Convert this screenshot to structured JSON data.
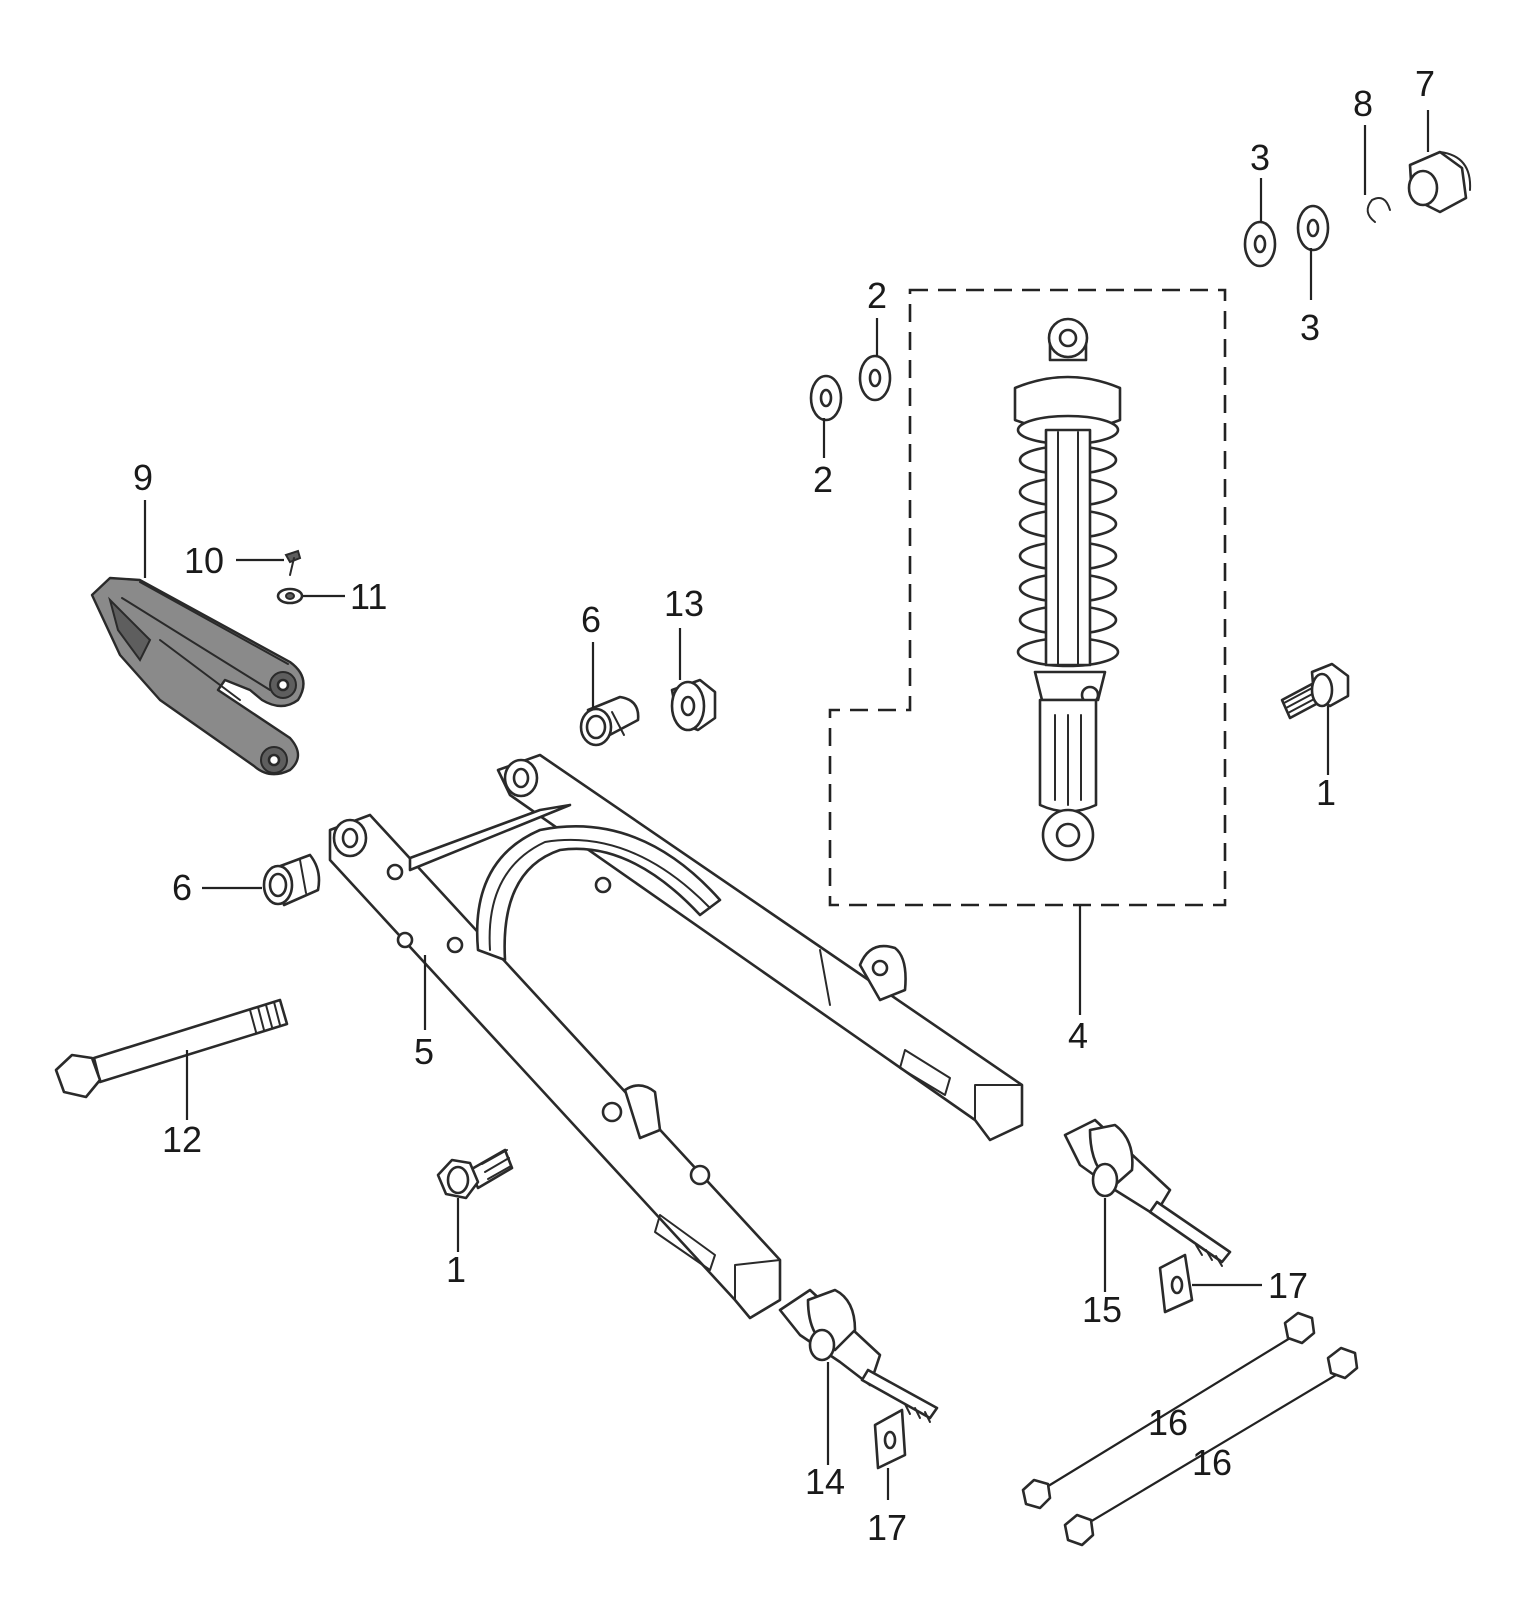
{
  "callouts": {
    "c1_right": "1",
    "c1_left": "1",
    "c2_top": "2",
    "c2_bottom": "2",
    "c3_top": "3",
    "c3_bottom": "3",
    "c4": "4",
    "c5": "5",
    "c6_upper": "6",
    "c6_lower": "6",
    "c7": "7",
    "c8": "8",
    "c9": "9",
    "c10": "10",
    "c11": "11",
    "c12": "12",
    "c13": "13",
    "c14": "14",
    "c15": "15",
    "c16_upper": "16",
    "c16_lower": "16",
    "c17_right": "17",
    "c17_bottom": "17"
  }
}
